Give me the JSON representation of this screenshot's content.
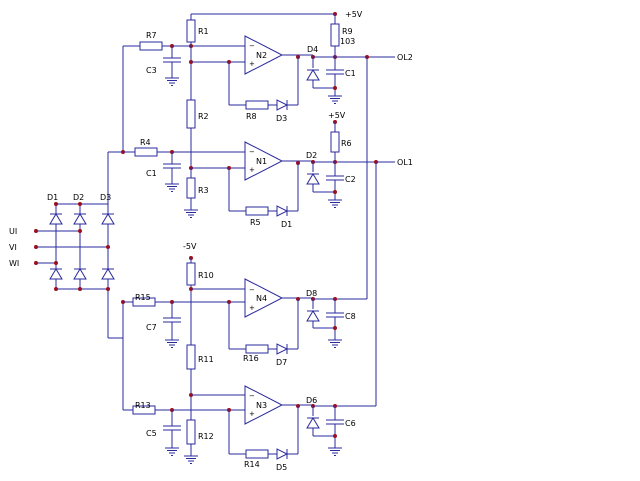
{
  "supplies": {
    "pos_a": "+5V",
    "pos_b": "+5V",
    "neg": "-5V"
  },
  "inputs": [
    "UI",
    "VI",
    "WI"
  ],
  "outputs": {
    "ol2": "OL2",
    "ol1": "OL1"
  },
  "opamps": {
    "n1": "N1",
    "n2": "N2",
    "n3": "N3",
    "n4": "N4"
  },
  "resistors": {
    "r1": "R1",
    "r2": "R2",
    "r3": "R3",
    "r4": "R4",
    "r5": "R5",
    "r6": "R6",
    "r7": "R7",
    "r8": "R8",
    "r9": "R9",
    "r9_value": "103",
    "r10": "R10",
    "r11": "R11",
    "r12": "R12",
    "r13": "R13",
    "r14": "R14",
    "r15": "R15",
    "r16": "R16"
  },
  "capacitors": {
    "c1_top": "C1",
    "c1_mid": "C1",
    "c2": "C2",
    "c3": "C3",
    "c5": "C5",
    "c6": "C6",
    "c7": "C7",
    "c8": "C8"
  },
  "diodes": {
    "d1_bridge": "D1",
    "d2_bridge": "D2",
    "d3_bridge": "D3",
    "d1": "D1",
    "d2": "D2",
    "d3": "D3",
    "d4": "D4",
    "d5": "D5",
    "d6": "D6",
    "d7": "D7",
    "d8": "D8"
  }
}
